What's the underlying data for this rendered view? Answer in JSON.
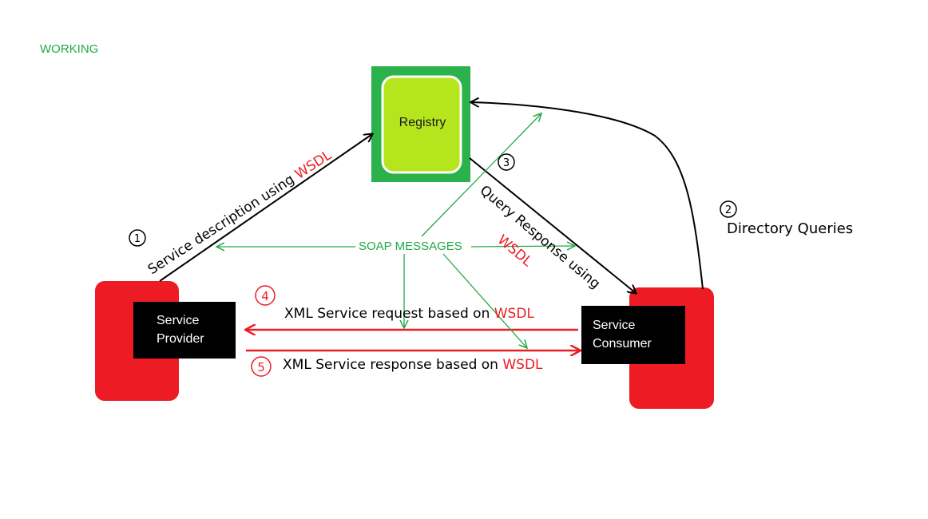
{
  "diagram": {
    "title": "WORKING",
    "nodes": {
      "registry": "Registry",
      "provider": [
        "Service",
        "Provider"
      ],
      "consumer": [
        "Service",
        "Consumer"
      ]
    },
    "labels": {
      "step1_num": "1",
      "step1_text": "Service description using ",
      "step1_wsdl": "WSDL",
      "step2_num": "2",
      "step2_text": "Directory Queries",
      "step3_num": "3",
      "step3_text": "Query Response using",
      "step3_wsdl": "WSDL",
      "step4_num": "4",
      "step4_text": "XML Service request based on ",
      "step4_wsdl": "WSDL",
      "step5_num": "5",
      "step5_text": "XML Service response based on ",
      "step5_wsdl": "WSDL",
      "soap": "SOAP MESSAGES"
    },
    "colors": {
      "green": "#22a946",
      "registry_outer": "#2bb24c",
      "registry_inner": "#b5e61d",
      "red": "#ed1c24",
      "black": "#000000"
    }
  }
}
